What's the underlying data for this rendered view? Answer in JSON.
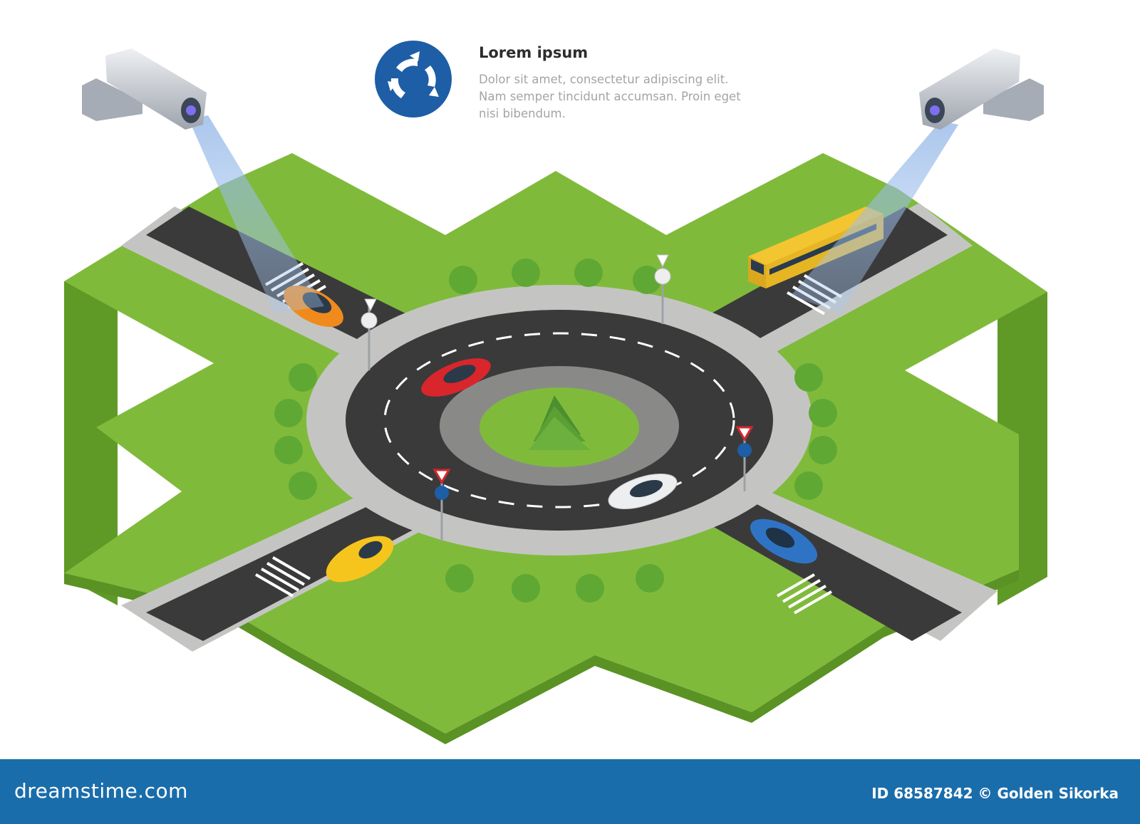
{
  "info": {
    "title": "Lorem ipsum",
    "lines": [
      "Dolor sit amet, consectetur adipiscing elit.",
      "Nam semper tincidunt accumsan. Proin eget",
      "nisi bibendum."
    ]
  },
  "watermark": {
    "text": "dreamstime"
  },
  "footer": {
    "logo": "dreamstime.com",
    "credit": "ID 68587842 © Golden Sikorka"
  },
  "colors": {
    "grass": "#7fb93a",
    "grass_side": "#5f9a26",
    "sidewalk": "#c4c5c3",
    "road": "#3a3a3a",
    "footer": "#1a6dab",
    "sign_blue": "#1d5ea6",
    "bus": "#f2c531",
    "car_orange": "#f08a1c",
    "car_red": "#d8262c",
    "car_white": "#eceeef",
    "van_yellow": "#f5c51d",
    "car_blue": "#2f74c4"
  },
  "icons": [
    "roundabout-sign-icon",
    "cctv-camera-icon",
    "tree-icon",
    "bush-icon",
    "yield-sign-icon"
  ]
}
